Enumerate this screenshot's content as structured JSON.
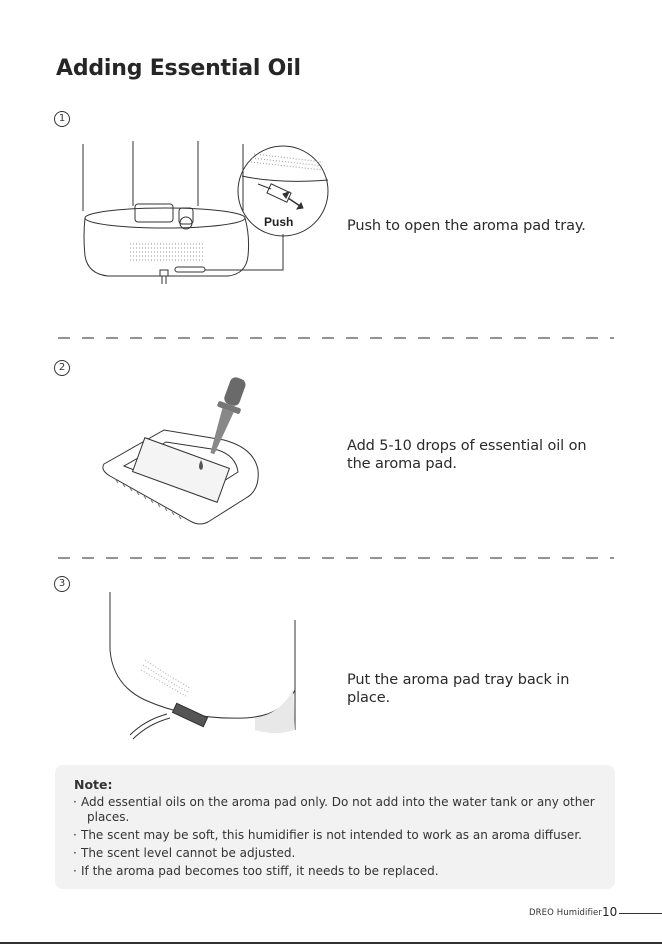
{
  "page": {
    "title": "Adding Essential Oil"
  },
  "steps": [
    {
      "number": "1",
      "caption": "Push to open the aroma pad tray.",
      "illustration_label": "Push"
    },
    {
      "number": "2",
      "caption": "Add 5-10 drops of essential oil on the aroma pad."
    },
    {
      "number": "3",
      "caption": "Put the aroma pad tray back in place."
    }
  ],
  "note": {
    "title": "Note:",
    "items": [
      "Add essential oils on the aroma pad only. Do not add into the water tank or any other",
      "places.",
      "The scent may be soft, this humidifier is not intended to work as an aroma diffuser.",
      "The scent level cannot be adjusted.",
      "If the aroma pad becomes too stiff, it needs to be replaced."
    ]
  },
  "footer": {
    "brand": "DREO Humidifier",
    "page_number": "10"
  },
  "colors": {
    "text": "#262626",
    "line": "#333333",
    "note_bg": "#f2f2f2",
    "drop": "#555555"
  }
}
